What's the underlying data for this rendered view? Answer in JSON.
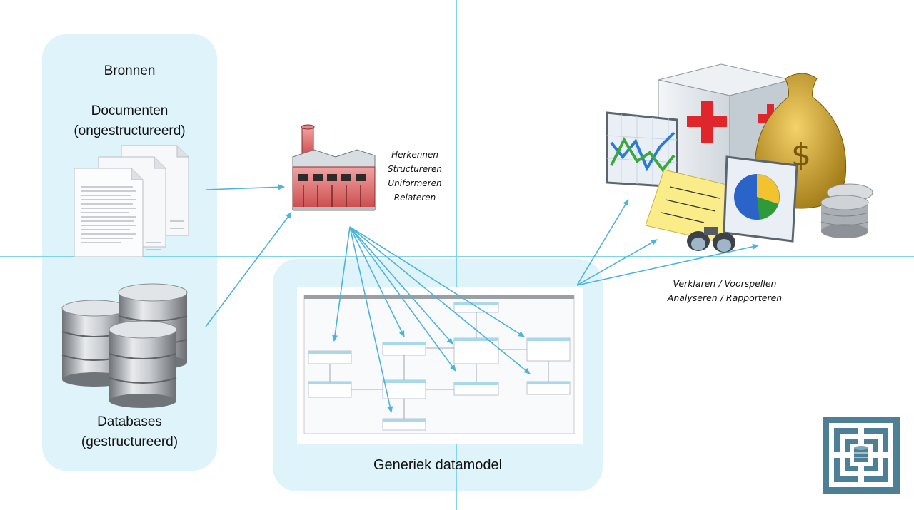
{
  "sources": {
    "title": "Bronnen",
    "documents_label_1": "Documenten",
    "documents_label_2": "(ongestructureerd)",
    "databases_label_1": "Databases",
    "databases_label_2": "(gestructureerd)"
  },
  "factory_steps": [
    "Herkennen",
    "Structureren",
    "Uniformeren",
    "Relateren"
  ],
  "datamodel": {
    "label": "Generiek datamodel"
  },
  "outputs": {
    "line1": "Verklaren / Voorspellen",
    "line2": "Analyseren / Rapporteren"
  },
  "colors": {
    "panel": "#dff3fa",
    "arrow": "#4cb3dd",
    "guide": "#7fd3ea",
    "logo": "#4d7f96"
  }
}
